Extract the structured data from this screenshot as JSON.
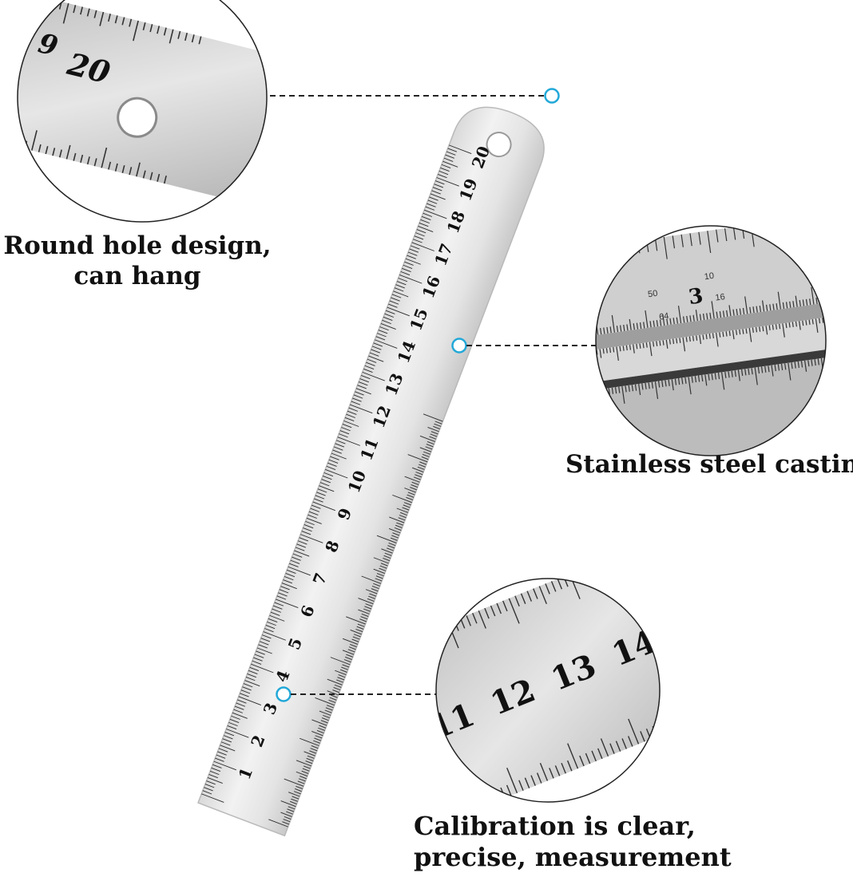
{
  "ruler": {
    "numbers": [
      "1",
      "2",
      "3",
      "4",
      "5",
      "6",
      "7",
      "8",
      "9",
      "10",
      "11",
      "12",
      "13",
      "14",
      "15",
      "16",
      "17",
      "18",
      "19",
      "20"
    ]
  },
  "callouts": {
    "hole": {
      "lines": [
        "Round hole design,",
        "can hang"
      ]
    },
    "steel": {
      "lines": [
        "Stainless steel casting"
      ]
    },
    "calibration": {
      "lines": [
        "Calibration is clear,",
        "precise, measurement"
      ]
    }
  },
  "zooms": {
    "hole": {
      "labels": [
        "9",
        "20"
      ]
    },
    "steel": {
      "big_label": "3",
      "small_labels": [
        "50",
        "10",
        "64",
        "16"
      ]
    },
    "calibration": {
      "labels": [
        "11",
        "12",
        "13",
        "14"
      ]
    }
  },
  "colors": {
    "marker": "#22a8d8",
    "steel_light": "#e9e9e9",
    "steel_mid": "#cfcfcf",
    "ink": "#111111"
  }
}
